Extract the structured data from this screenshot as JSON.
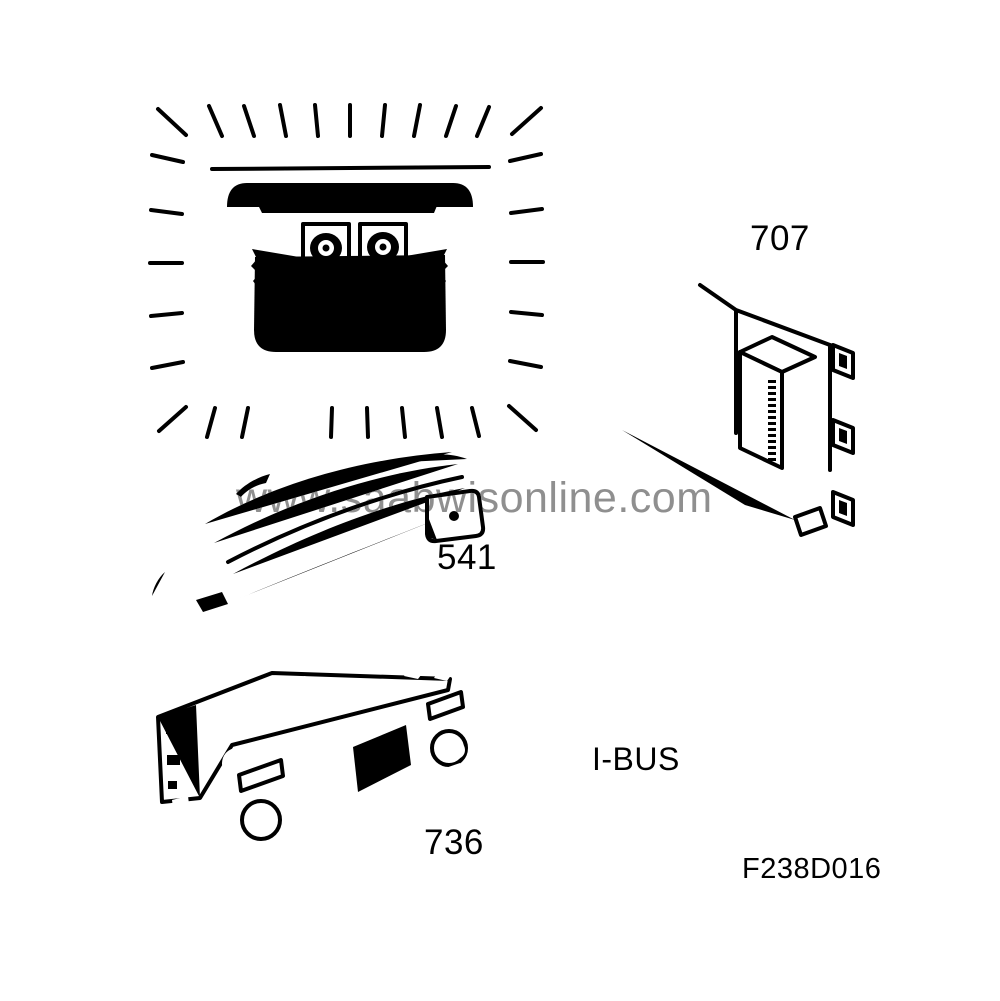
{
  "figure": {
    "figure_code": "F238D016",
    "watermark": "www.saabwisonline.com",
    "bus_label": "I-BUS",
    "parts": [
      {
        "id": "707",
        "icon": "control-module-drawing"
      },
      {
        "id": "541",
        "icon": "display-trim-panel-drawing"
      },
      {
        "id": "736",
        "icon": "audio-head-unit-drawing"
      }
    ],
    "colors": {
      "line": "#000000",
      "watermark": "#8f8f8f",
      "background": "#ffffff"
    }
  }
}
